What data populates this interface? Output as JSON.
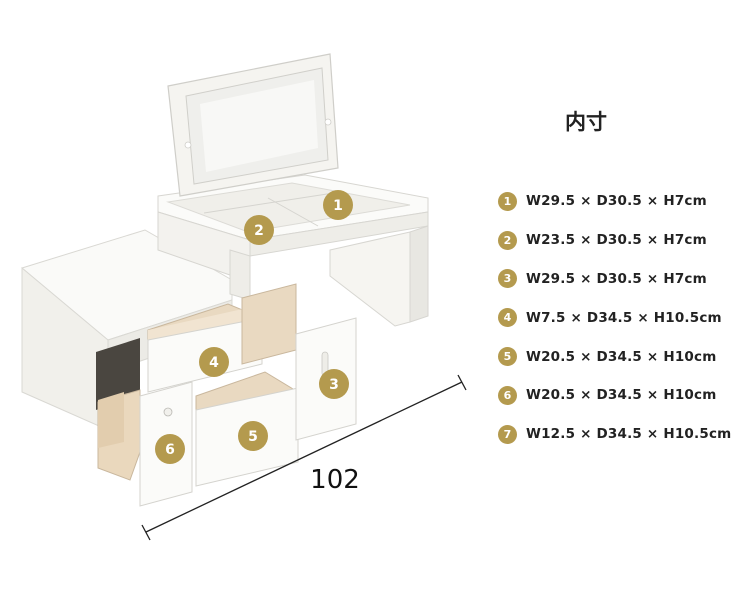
{
  "spec_title": "内寸",
  "width_label": "102",
  "specs": [
    {
      "num": "1",
      "text": "W29.5 × D30.5 × H7cm"
    },
    {
      "num": "2",
      "text": "W23.5 × D30.5 × H7cm"
    },
    {
      "num": "3",
      "text": "W29.5 × D30.5 × H7cm"
    },
    {
      "num": "4",
      "text": "W7.5 × D34.5 × H10.5cm"
    },
    {
      "num": "5",
      "text": "W20.5 × D34.5 × H10cm"
    },
    {
      "num": "6",
      "text": "W20.5 × D34.5 × H10cm"
    },
    {
      "num": "7",
      "text": "W12.5 × D34.5 × H10.5cm"
    }
  ],
  "badge_color": "#b49a4e",
  "furniture_color": "#f4f3ef",
  "wood_color": "#e8d8c0"
}
